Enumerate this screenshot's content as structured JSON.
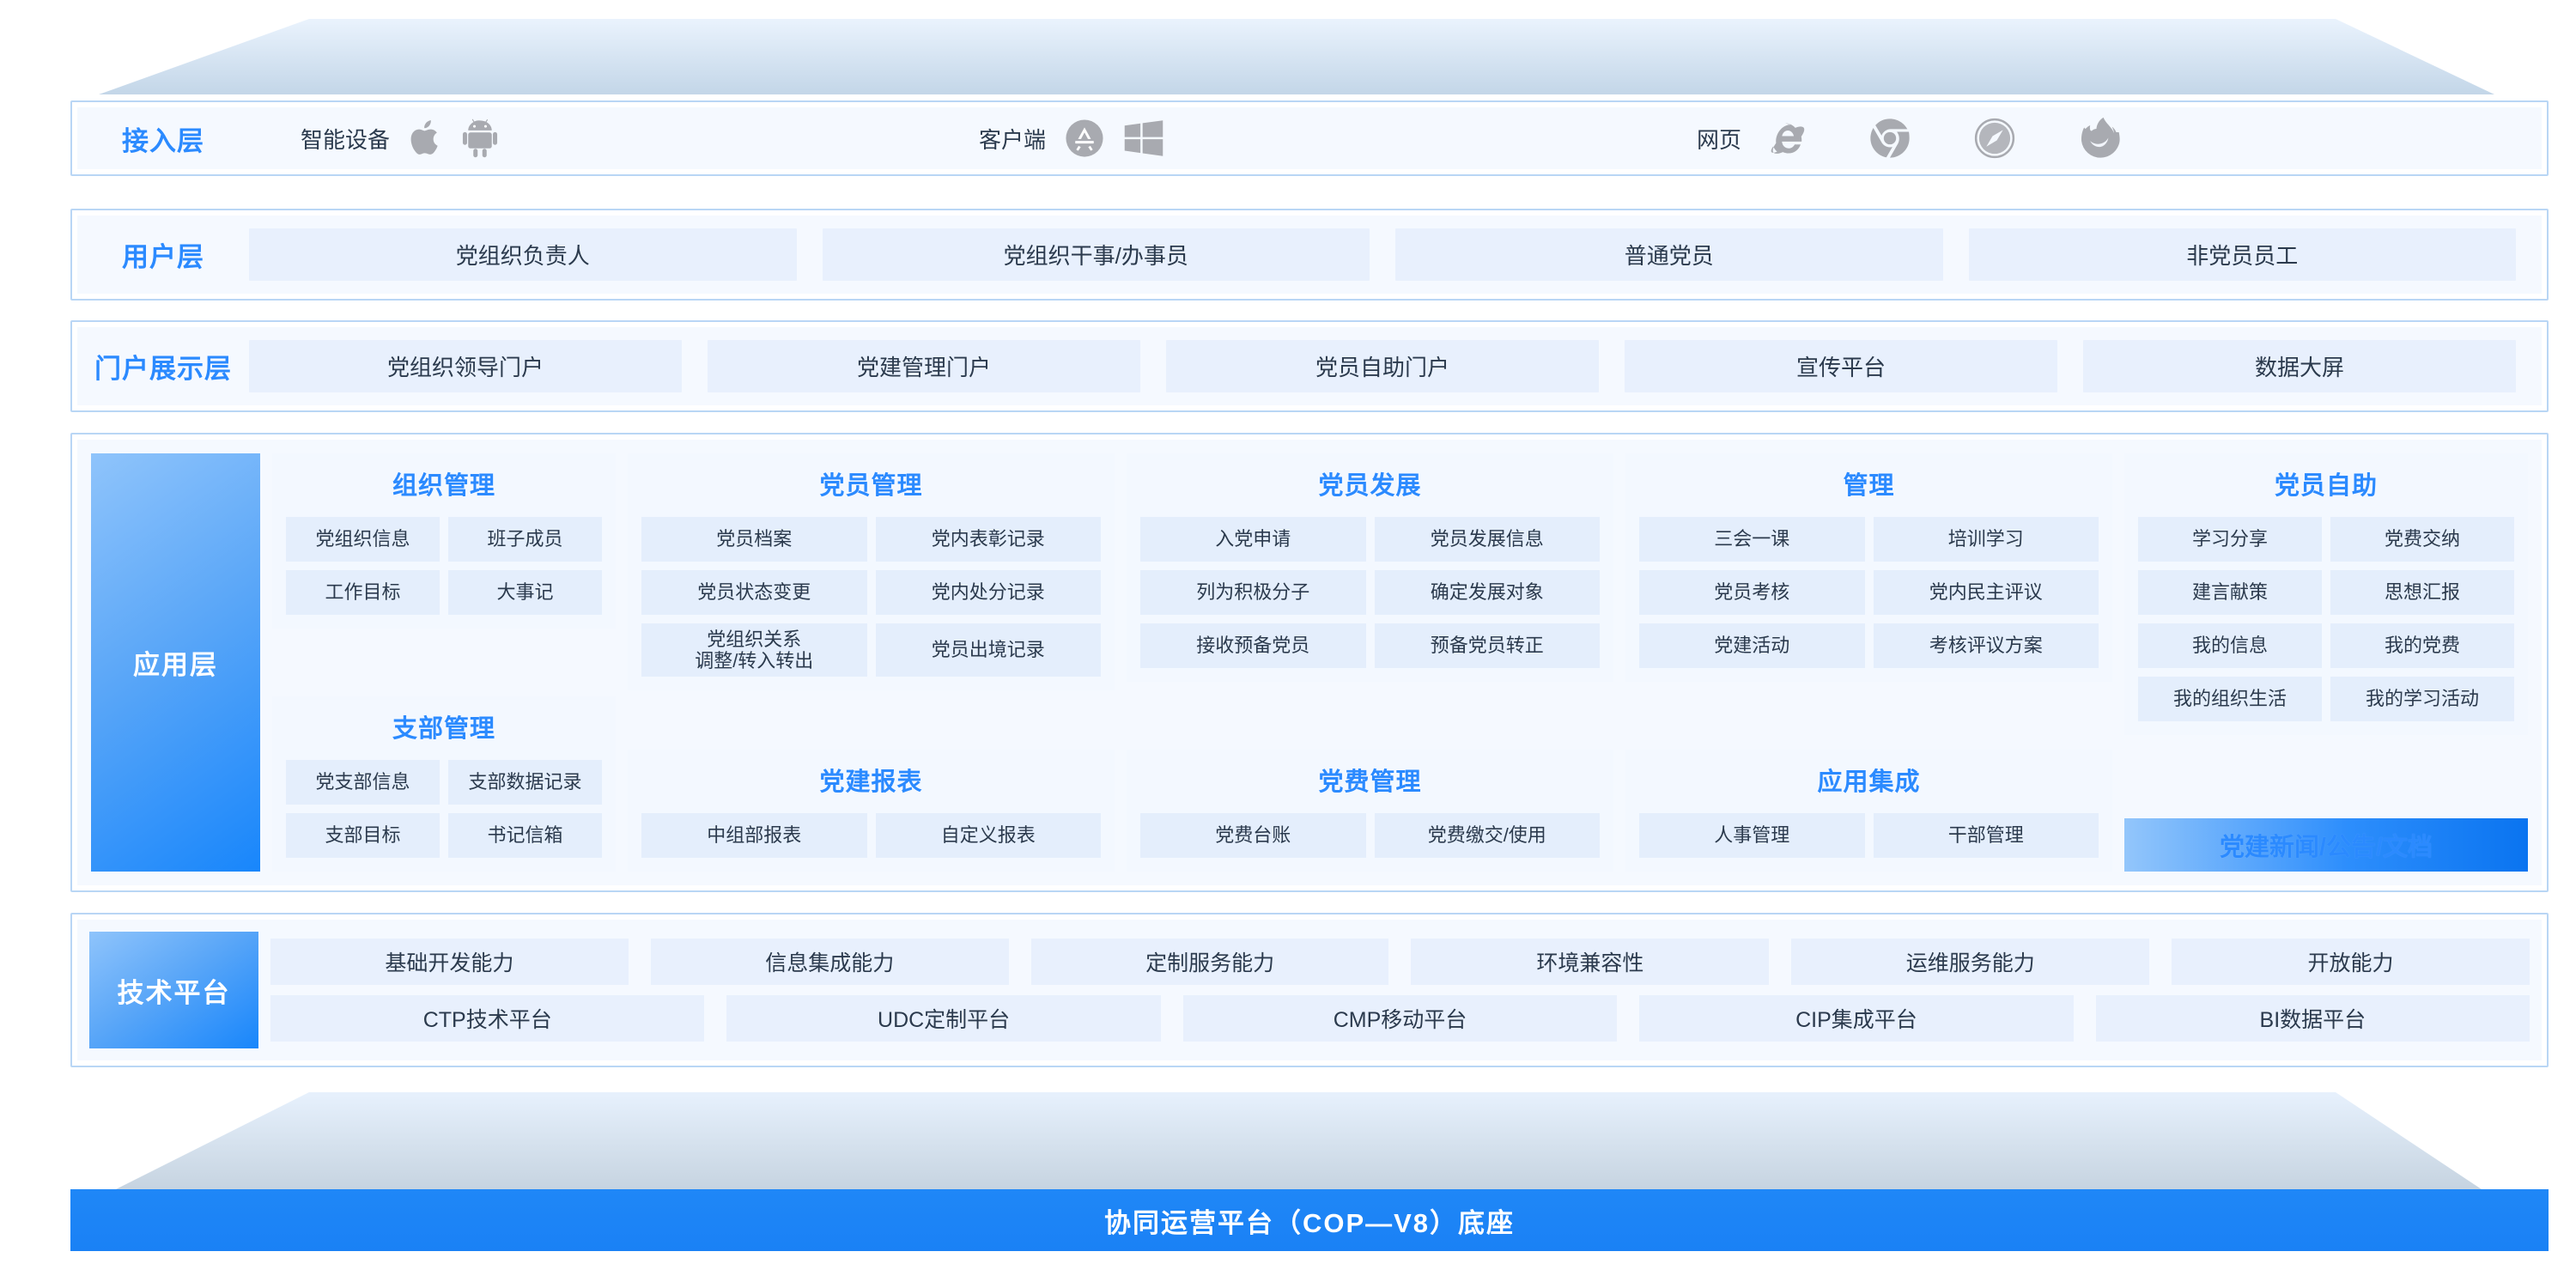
{
  "colors": {
    "accent": "#2b8aff",
    "layer_border": "#b9d6f5",
    "panel_bg": "#f5f9ff",
    "chip_bg": "#e8f0fd",
    "tile_bg": "#e4eefc",
    "base_bar": "#1a81f5",
    "icon_gray": "#a8aab0"
  },
  "access_layer": {
    "label": "接入层",
    "groups": [
      {
        "text": "智能设备",
        "icons": [
          "apple-icon",
          "android-icon"
        ]
      },
      {
        "text": "客户端",
        "icons": [
          "mac-appstore-icon",
          "windows-icon"
        ]
      },
      {
        "text": "网页",
        "icons": [
          "internet-explorer-icon",
          "chrome-icon",
          "safari-icon",
          "firefox-icon"
        ]
      }
    ]
  },
  "user_layer": {
    "label": "用户层",
    "items": [
      "党组织负责人",
      "党组织干事/办事员",
      "普通党员",
      "非党员员工"
    ]
  },
  "portal_layer": {
    "label": "门户展示层",
    "items": [
      "党组织领导门户",
      "党建管理门户",
      "党员自助门户",
      "宣传平台",
      "数据大屏"
    ]
  },
  "application_layer": {
    "label": "应用层",
    "columns": [
      {
        "cards": [
          {
            "title": "组织管理",
            "tiles": [
              "党组织信息",
              "班子成员",
              "工作目标",
              "大事记"
            ]
          },
          {
            "title": "支部管理",
            "tiles": [
              "党支部信息",
              "支部数据记录",
              "支部目标",
              "书记信箱"
            ]
          }
        ]
      },
      {
        "cards": [
          {
            "title": "党员管理",
            "tiles": [
              "党员档案",
              "党内表彰记录",
              "党员状态变更",
              "党内处分记录",
              "党组织关系\n调整/转入转出",
              "党员出境记录"
            ]
          },
          {
            "title": "党建报表",
            "tiles": [
              "中组部报表",
              "自定义报表"
            ]
          }
        ]
      },
      {
        "cards": [
          {
            "title": "党员发展",
            "tiles": [
              "入党申请",
              "党员发展信息",
              "列为积极分子",
              "确定发展对象",
              "接收预备党员",
              "预备党员转正"
            ]
          },
          {
            "title": "党费管理",
            "tiles": [
              "党费台账",
              "党费缴交/使用"
            ]
          }
        ]
      },
      {
        "cards": [
          {
            "title": "管理",
            "tiles": [
              "三会一课",
              "培训学习",
              "党员考核",
              "党内民主评议",
              "党建活动",
              "考核评议方案"
            ]
          },
          {
            "title": "应用集成",
            "tiles": [
              "人事管理",
              "干部管理"
            ]
          }
        ]
      },
      {
        "cards": [
          {
            "title": "党员自助",
            "tiles": [
              "学习分享",
              "党费交纳",
              "建言献策",
              "思想汇报",
              "我的信息",
              "我的党费",
              "我的组织生活",
              "我的学习活动"
            ]
          }
        ],
        "banner": "党建新闻/公告/文档"
      }
    ]
  },
  "tech_platform": {
    "label": "技术平台",
    "row1": [
      "基础开发能力",
      "信息集成能力",
      "定制服务能力",
      "环境兼容性",
      "运维服务能力",
      "开放能力"
    ],
    "row2": [
      "CTP技术平台",
      "UDC定制平台",
      "CMP移动平台",
      "CIP集成平台",
      "BI数据平台"
    ]
  },
  "base_bar": {
    "text": "协同运营平台（COP—V8）底座"
  }
}
